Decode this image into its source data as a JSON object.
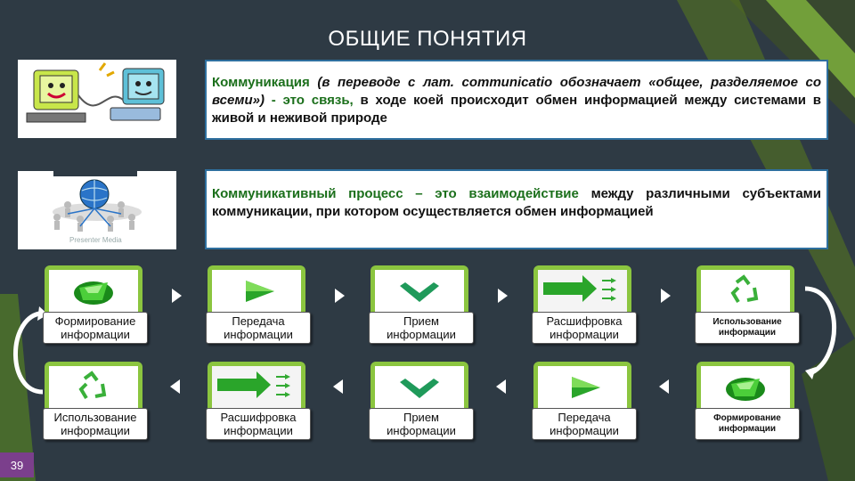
{
  "title": "ОБЩИЕ ПОНЯТИЯ",
  "slide_number": "39",
  "box1": {
    "term": "Коммуникация",
    "italic": "(в переводе с лат. communicatio обозначает «общее, разделяемое со всеми»)",
    "dash": "-",
    "highlight": "это связь,",
    "rest": "в ходе коей происходит обмен информацией между системами в живой и неживой природе"
  },
  "box2": {
    "highlight": "Коммуникативный процесс – это взаимодействие",
    "rest": "между различными субъектами коммуникации, при котором осуществляется обмен информацией"
  },
  "image2_caption": "Presenter Media",
  "row1": [
    {
      "label": "Формирование информации",
      "icon": "green-gem-icon"
    },
    {
      "label": "Передача информации",
      "icon": "play-arrow-icon"
    },
    {
      "label": "Прием информации",
      "icon": "checkmark-icon"
    },
    {
      "label": "Расшифровка информации",
      "icon": "decode-arrow-icon"
    },
    {
      "label": "Использование информации",
      "icon": "recycle-icon"
    }
  ],
  "row2": [
    {
      "label": "Использование информации",
      "icon": "recycle-icon"
    },
    {
      "label": "Расшифровка информации",
      "icon": "decode-arrow-icon"
    },
    {
      "label": "Прием информации",
      "icon": "checkmark-icon"
    },
    {
      "label": "Передача информации",
      "icon": "play-arrow-icon"
    },
    {
      "label": "Формирование информации",
      "icon": "green-gem-icon"
    }
  ],
  "colors": {
    "background": "#2e3a44",
    "card_border": "#8bc53f",
    "highlight_text": "#1b6f1b",
    "box_border": "#2e6f9e",
    "slide_number_bg": "#7b3f8c"
  }
}
